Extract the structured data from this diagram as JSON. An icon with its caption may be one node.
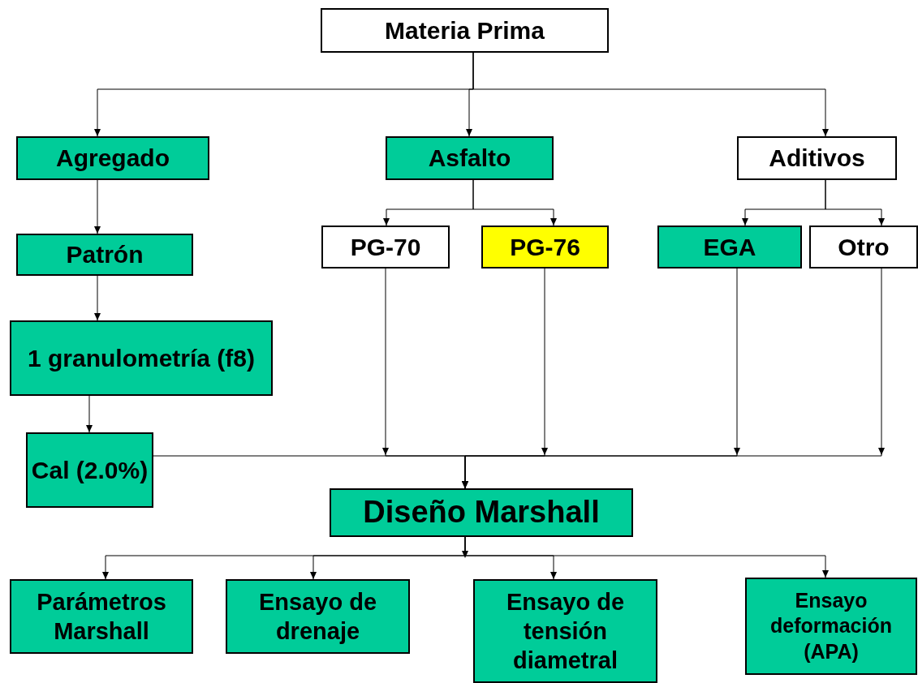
{
  "diagram": {
    "nodes": [
      {
        "text": [
          "Materia Prima"
        ]
      },
      {
        "text": [
          "Agregado"
        ]
      },
      {
        "text": [
          "Asfalto"
        ]
      },
      {
        "text": [
          "Aditivos"
        ]
      },
      {
        "text": [
          "Patrón"
        ]
      },
      {
        "text": [
          "PG-70"
        ]
      },
      {
        "text": [
          "PG-76"
        ]
      },
      {
        "text": [
          "EGA"
        ]
      },
      {
        "text": [
          "Otro"
        ]
      },
      {
        "text": [
          "1 granulometría (f8)"
        ]
      },
      {
        "text": [
          "Cal (2.0%)"
        ]
      },
      {
        "text": [
          "Diseño Marshall"
        ]
      },
      {
        "text": [
          "Parámetros Marshall"
        ]
      },
      {
        "text": [
          "Ensayo de drenaje"
        ]
      },
      {
        "text": [
          "Ensayo de tensión diametral"
        ]
      },
      {
        "text": [
          "Ensayo deformación (APA)"
        ]
      }
    ],
    "edges": [
      {
        "from": 0,
        "to": 1,
        "arrow": "to"
      },
      {
        "from": 0,
        "to": 2,
        "arrow": "to"
      },
      {
        "from": 0,
        "to": 3,
        "arrow": "to"
      },
      {
        "from": 1,
        "to": 4,
        "arrow": "to"
      },
      {
        "from": 4,
        "to": 9,
        "arrow": "to"
      },
      {
        "from": 9,
        "to": 10,
        "arrow": "to"
      },
      {
        "from": 2,
        "to": 5,
        "arrow": "to"
      },
      {
        "from": 2,
        "to": 6,
        "arrow": "to"
      },
      {
        "from": 3,
        "to": 7,
        "arrow": "to"
      },
      {
        "from": 3,
        "to": 8,
        "arrow": "to"
      },
      {
        "from": 5,
        "to": 11,
        "arrow": "to"
      },
      {
        "from": 6,
        "to": 11,
        "arrow": "to"
      },
      {
        "from": 7,
        "to": 11,
        "arrow": "to"
      },
      {
        "from": 8,
        "to": 11,
        "arrow": "to"
      },
      {
        "from": 10,
        "to": 11,
        "arrow": "to"
      },
      {
        "from": 11,
        "to": 12,
        "arrow": "to"
      },
      {
        "from": 11,
        "to": 13,
        "arrow": "to"
      },
      {
        "from": 11,
        "to": 14,
        "arrow": "to"
      },
      {
        "from": 11,
        "to": 15,
        "arrow": "to"
      }
    ]
  }
}
